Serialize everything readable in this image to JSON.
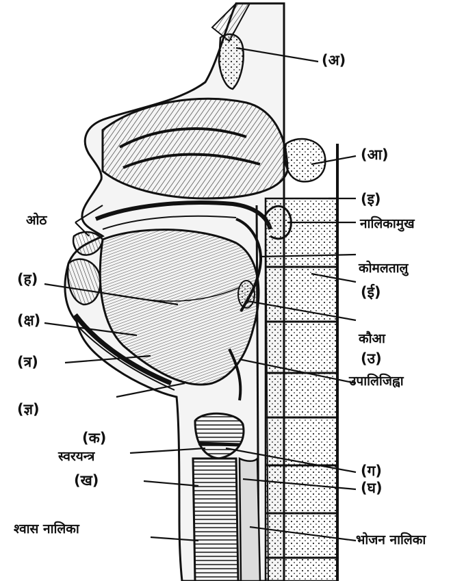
{
  "diagram": {
    "colors": {
      "ink": "#111111",
      "paper": "#ffffff",
      "tissue": "#f2f2f2",
      "shade": "#cfcfcf"
    },
    "labels": {
      "a": "(अ)",
      "aa": "(आ)",
      "i": "(इ)",
      "naalikaamukh": "नालिकामुख",
      "komaltaalu": "कोमलतालु",
      "ii": "(ई)",
      "kauaa": "कौआ",
      "u": "(उ)",
      "upajihva": "उपालिजिह्वा",
      "g": "(ग)",
      "gh": "(घ)",
      "bhojan_naalika": "भोजन नालिका",
      "oth": "ओठ",
      "h": "(ह)",
      "ksh": "(क्ष)",
      "tr": "(त्र)",
      "gya": "(ज्ञ)",
      "k": "(क)",
      "swaryantra": "स्वरयन्त्र",
      "kh": "(ख)",
      "shwaas_naalika": "श्वास नालिका"
    }
  }
}
